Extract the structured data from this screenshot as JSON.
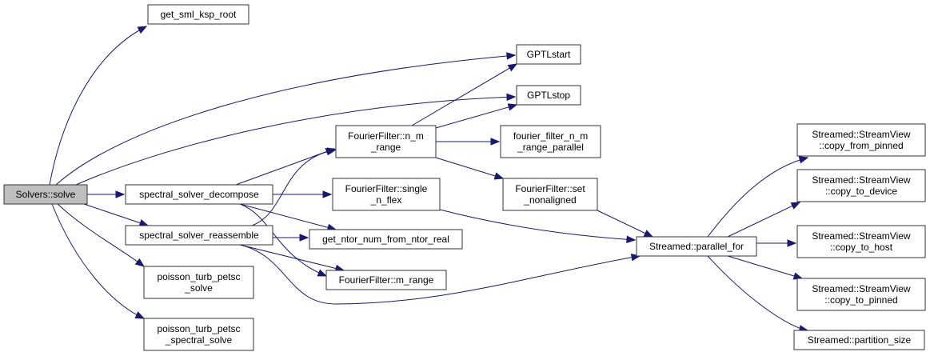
{
  "diagram": {
    "type": "call-graph",
    "colors": {
      "edge": "#191970",
      "root_fill": "#bfbfbf",
      "node_fill": "#ffffff",
      "node_border": "#333333"
    },
    "nodes": [
      {
        "id": "solve",
        "lines": [
          "Solvers::solve"
        ],
        "root": true
      },
      {
        "id": "get_sml_ksp_root",
        "lines": [
          "get_sml_ksp_root"
        ]
      },
      {
        "id": "gptlstart",
        "lines": [
          "GPTLstart"
        ]
      },
      {
        "id": "gptlstop",
        "lines": [
          "GPTLstop"
        ]
      },
      {
        "id": "decompose",
        "lines": [
          "spectral_solver_decompose"
        ]
      },
      {
        "id": "reassemble",
        "lines": [
          "spectral_solver_reassemble"
        ]
      },
      {
        "id": "petsc_solve",
        "lines": [
          "poisson_turb_petsc",
          "_solve"
        ]
      },
      {
        "id": "petsc_spectral",
        "lines": [
          "poisson_turb_petsc",
          "_spectral_solve"
        ]
      },
      {
        "id": "n_m_range",
        "lines": [
          "FourierFilter::n_m",
          "_range"
        ]
      },
      {
        "id": "single_n_flex",
        "lines": [
          "FourierFilter::single",
          "_n_flex"
        ]
      },
      {
        "id": "ntor",
        "lines": [
          "get_ntor_num_from_ntor_real"
        ]
      },
      {
        "id": "m_range",
        "lines": [
          "FourierFilter::m_range"
        ]
      },
      {
        "id": "ff_parallel",
        "lines": [
          "fourier_filter_n_m",
          "_range_parallel"
        ]
      },
      {
        "id": "set_nonaligned",
        "lines": [
          "FourierFilter::set",
          "_nonaligned"
        ]
      },
      {
        "id": "parallel_for",
        "lines": [
          "Streamed::parallel_for"
        ]
      },
      {
        "id": "copy_from_pinned",
        "lines": [
          "Streamed::StreamView",
          "::copy_from_pinned"
        ]
      },
      {
        "id": "copy_to_device",
        "lines": [
          "Streamed::StreamView",
          "::copy_to_device"
        ]
      },
      {
        "id": "copy_to_host",
        "lines": [
          "Streamed::StreamView",
          "::copy_to_host"
        ]
      },
      {
        "id": "copy_to_pinned",
        "lines": [
          "Streamed::StreamView",
          "::copy_to_pinned"
        ]
      },
      {
        "id": "partition_size",
        "lines": [
          "Streamed::partition_size"
        ]
      }
    ],
    "edges": [
      [
        "solve",
        "get_sml_ksp_root"
      ],
      [
        "solve",
        "gptlstart"
      ],
      [
        "solve",
        "gptlstop"
      ],
      [
        "solve",
        "decompose"
      ],
      [
        "solve",
        "reassemble"
      ],
      [
        "solve",
        "petsc_solve"
      ],
      [
        "solve",
        "petsc_spectral"
      ],
      [
        "decompose",
        "n_m_range"
      ],
      [
        "decompose",
        "single_n_flex"
      ],
      [
        "decompose",
        "ntor"
      ],
      [
        "decompose",
        "m_range"
      ],
      [
        "reassemble",
        "n_m_range"
      ],
      [
        "reassemble",
        "ntor"
      ],
      [
        "reassemble",
        "m_range"
      ],
      [
        "reassemble",
        "parallel_for"
      ],
      [
        "n_m_range",
        "gptlstart"
      ],
      [
        "n_m_range",
        "gptlstop"
      ],
      [
        "n_m_range",
        "ff_parallel"
      ],
      [
        "n_m_range",
        "set_nonaligned"
      ],
      [
        "single_n_flex",
        "parallel_for"
      ],
      [
        "set_nonaligned",
        "parallel_for"
      ],
      [
        "parallel_for",
        "copy_from_pinned"
      ],
      [
        "parallel_for",
        "copy_to_device"
      ],
      [
        "parallel_for",
        "copy_to_host"
      ],
      [
        "parallel_for",
        "copy_to_pinned"
      ],
      [
        "parallel_for",
        "partition_size"
      ]
    ]
  }
}
